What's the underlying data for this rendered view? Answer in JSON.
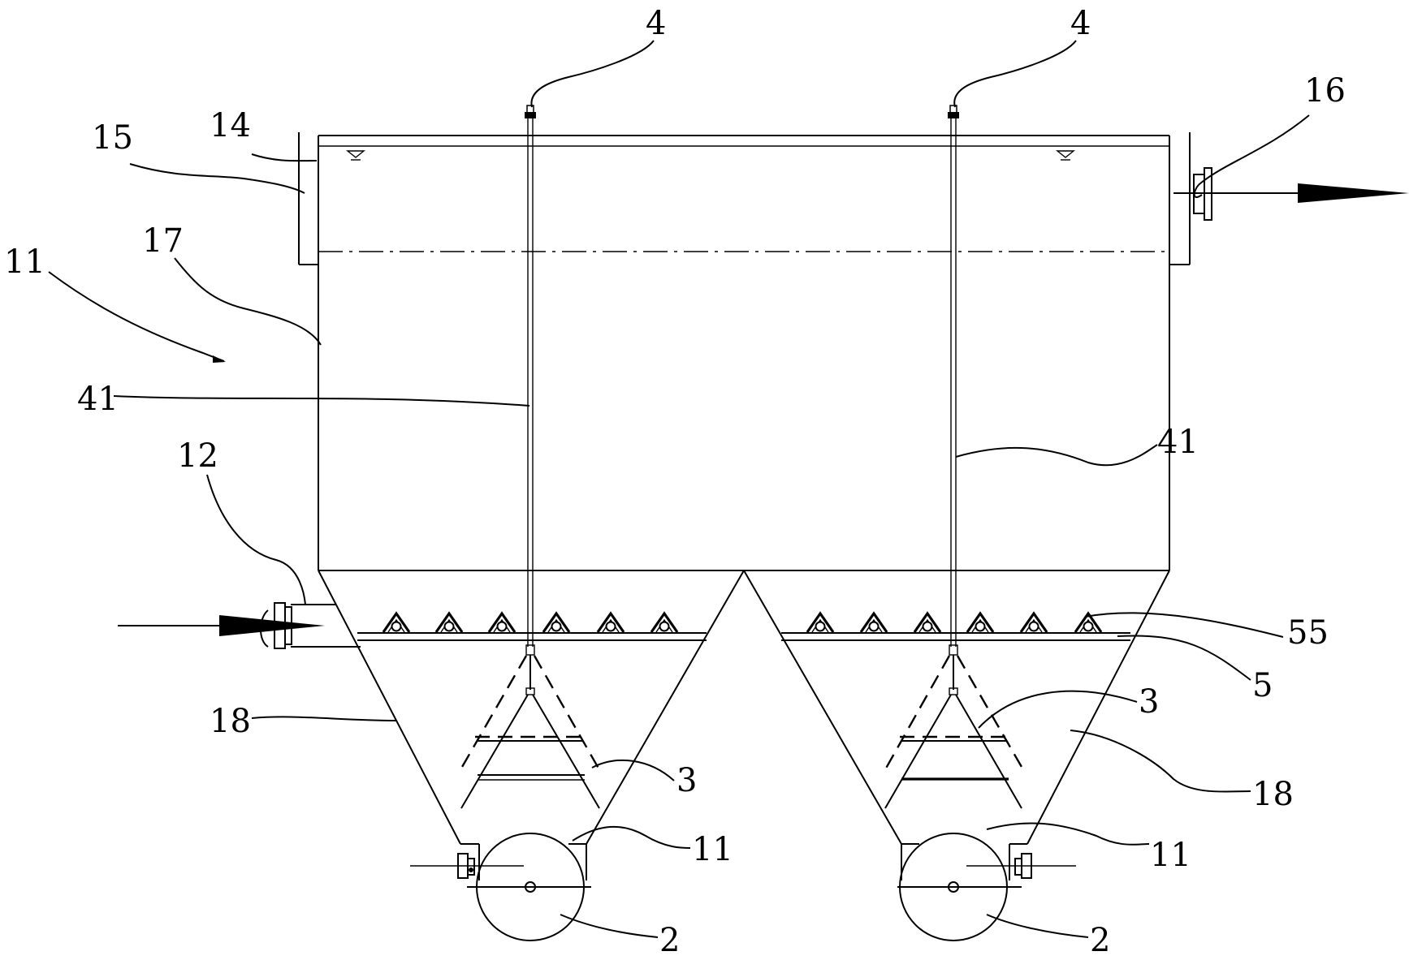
{
  "labels": {
    "l4_left": "4",
    "l4_right": "4",
    "l16": "16",
    "l14": "14",
    "l15": "15",
    "l17": "17",
    "l11_top": "11",
    "l41_left": "41",
    "l41_right": "41",
    "l12": "12",
    "l55": "55",
    "l5": "5",
    "l3_right_upper": "3",
    "l3_left": "3",
    "l18_left": "18",
    "l18_right": "18",
    "l11_left_bottom": "11",
    "l11_right_bottom": "11",
    "l2_left": "2",
    "l2_right": "2"
  },
  "colors": {
    "line": "#000000",
    "background": "#ffffff"
  }
}
